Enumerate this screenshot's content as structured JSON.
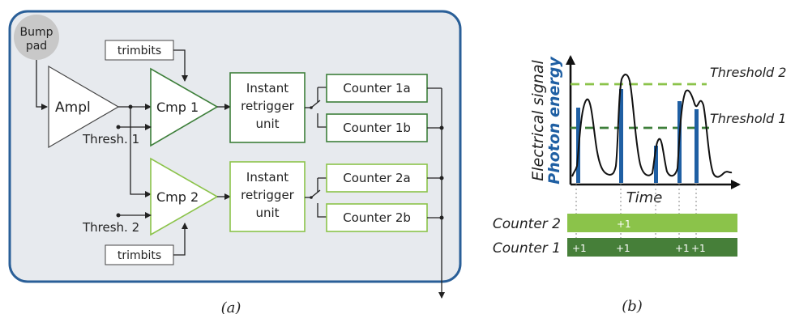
{
  "colors": {
    "panel_border": "#2a5f98",
    "panel_fill": "#e7eaee",
    "green_light": "#8bc34a",
    "green_dark": "#3d7f3a",
    "bar_light": "#8bc34a",
    "bar_dark": "#467f39",
    "pulse_blue": "#1f5fa3",
    "text": "#222222"
  },
  "panel_a": {
    "caption": "(a)",
    "bump_pad": [
      "Bump",
      "pad"
    ],
    "amplifier": "Ampl",
    "trimbits_top": "trimbits",
    "trimbits_bottom": "trimbits",
    "comparator_1": "Cmp 1",
    "comparator_2": "Cmp 2",
    "threshold_1": "Thresh. 1",
    "threshold_2": "Thresh. 2",
    "retrigger_1": [
      "Instant",
      "retrigger",
      "unit"
    ],
    "retrigger_2": [
      "Instant",
      "retrigger",
      "unit"
    ],
    "counters": [
      "Counter 1a",
      "Counter 1b",
      "Counter 2a",
      "Counter 2b"
    ]
  },
  "panel_b": {
    "caption": "(b)",
    "y_label_1": "Electrical signal",
    "y_label_2": "Photon energy",
    "x_label": "Time",
    "threshold_2": "Threshold 2",
    "threshold_1": "Threshold 1",
    "counter_2_label": "Counter 2",
    "counter_1_label": "Counter 1",
    "counter_2_increments": [
      "+1"
    ],
    "counter_1_increments": [
      "+1",
      "+1",
      "+1",
      "+1"
    ]
  }
}
